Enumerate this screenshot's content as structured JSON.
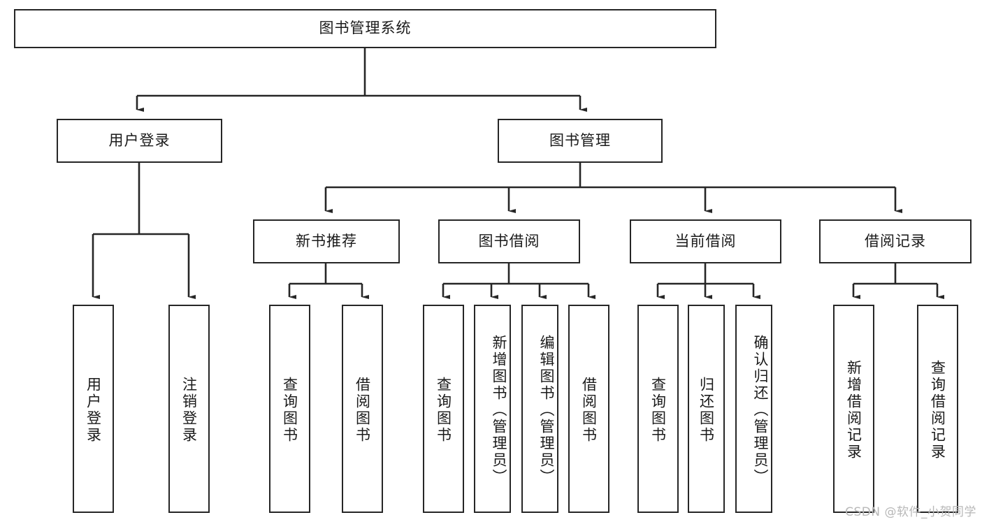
{
  "diagram": {
    "type": "tree-hierarchy",
    "title_node": {
      "label": "图书管理系统"
    },
    "level1": [
      {
        "id": "user-login",
        "label": "用户登录"
      },
      {
        "id": "book-management",
        "label": "图书管理"
      }
    ],
    "level2": [
      {
        "id": "new-book-recommend",
        "label": "新书推荐",
        "parent": "book-management"
      },
      {
        "id": "book-borrow",
        "label": "图书借阅",
        "parent": "book-management"
      },
      {
        "id": "current-borrow",
        "label": "当前借阅",
        "parent": "book-management"
      },
      {
        "id": "borrow-record",
        "label": "借阅记录",
        "parent": "book-management"
      }
    ],
    "leaves": [
      {
        "id": "leaf-user-login",
        "label": "用户登录",
        "parent": "user-login"
      },
      {
        "id": "leaf-logout-login",
        "label": "注销登录",
        "parent": "user-login"
      },
      {
        "id": "leaf-query-book-1",
        "label": "查询图书",
        "parent": "new-book-recommend"
      },
      {
        "id": "leaf-borrow-book-1",
        "label": "借阅图书",
        "parent": "new-book-recommend"
      },
      {
        "id": "leaf-query-book-2",
        "label": "查询图书",
        "parent": "book-borrow"
      },
      {
        "id": "leaf-add-book",
        "label": "新增图书（管理员）",
        "parent": "book-borrow"
      },
      {
        "id": "leaf-edit-book",
        "label": "编辑图书（管理员）",
        "parent": "book-borrow"
      },
      {
        "id": "leaf-borrow-book-2",
        "label": "借阅图书",
        "parent": "book-borrow"
      },
      {
        "id": "leaf-query-book-3",
        "label": "查询图书",
        "parent": "current-borrow"
      },
      {
        "id": "leaf-return-book",
        "label": "归还图书",
        "parent": "current-borrow"
      },
      {
        "id": "leaf-confirm-return",
        "label": "确认归还（管理员）",
        "parent": "current-borrow"
      },
      {
        "id": "leaf-add-record",
        "label": "新增借阅记录",
        "parent": "borrow-record"
      },
      {
        "id": "leaf-query-record",
        "label": "查询借阅记录",
        "parent": "borrow-record"
      }
    ],
    "colors": {
      "stroke": "#262626",
      "box_fill": "#ffffff",
      "text": "#1a1a1a",
      "watermark": "#b8b8b8",
      "background": "#ffffff"
    }
  },
  "watermark": {
    "text": "CSDN @软件_小贺同学"
  }
}
